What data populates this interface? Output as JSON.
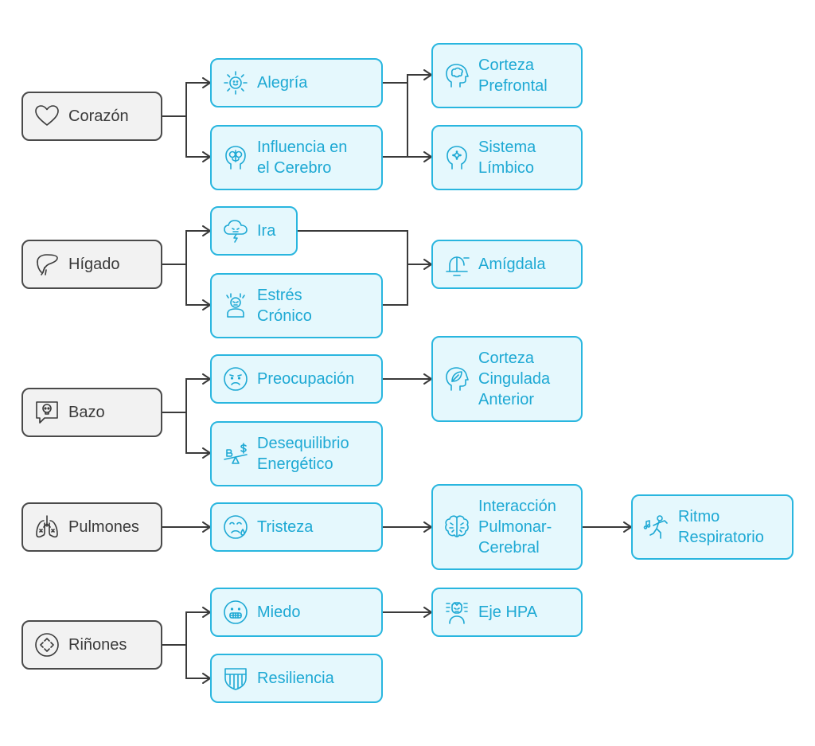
{
  "diagram": {
    "organs": {
      "corazon": {
        "label": "Corazón",
        "icon": "heart-icon"
      },
      "higado": {
        "label": "Hígado",
        "icon": "liver-icon"
      },
      "bazo": {
        "label": "Bazo",
        "icon": "speech-bubble-skull-icon"
      },
      "pulmones": {
        "label": "Pulmones",
        "icon": "lungs-icon"
      },
      "rinones": {
        "label": "Riñones",
        "icon": "circle-arrows-icon"
      }
    },
    "emotions": {
      "alegria": {
        "label": "Alegría",
        "icon": "sun-smile-icon"
      },
      "influencia": {
        "label": "Influencia en\nel Cerebro",
        "icon": "head-brain-icon"
      },
      "ira": {
        "label": "Ira",
        "icon": "storm-cloud-icon"
      },
      "estres": {
        "label": "Estrés\nCrónico",
        "icon": "stressed-person-icon"
      },
      "preocupacion": {
        "label": "Preocupación",
        "icon": "worried-face-icon"
      },
      "desequilibrio": {
        "label": "Desequilibrio\nEnergético",
        "icon": "seesaw-balance-icon"
      },
      "tristeza": {
        "label": "Tristeza",
        "icon": "crying-face-icon"
      },
      "miedo": {
        "label": "Miedo",
        "icon": "fearful-face-icon"
      },
      "resiliencia": {
        "label": "Resiliencia",
        "icon": "shield-icon"
      }
    },
    "brain": {
      "corteza_prefrontal": {
        "label": "Corteza\nPrefrontal",
        "icon": "head-brain-icon"
      },
      "sistema_limbico": {
        "label": "Sistema\nLímbico",
        "icon": "head-flower-icon"
      },
      "amigdala": {
        "label": "Amígdala",
        "icon": "alarm-bell-icon"
      },
      "corteza_cingulada": {
        "label": "Corteza\nCingulada\nAnterior",
        "icon": "head-leaf-icon"
      },
      "interaccion": {
        "label": "Interacción\nPulmonar-\nCerebral",
        "icon": "brain-icon"
      },
      "ritmo": {
        "label": "Ritmo\nRespiratorio",
        "icon": "dancing-person-icon"
      },
      "eje_hpa": {
        "label": "Eje HPA",
        "icon": "stressed-head-icon"
      }
    },
    "colors": {
      "organ_fill": "#f2f2f2",
      "organ_stroke": "#4a4a4a",
      "node_fill": "#e5f8fd",
      "node_stroke": "#29b6df",
      "node_text": "#1ea9d4",
      "connector": "#3a3a3a"
    }
  }
}
